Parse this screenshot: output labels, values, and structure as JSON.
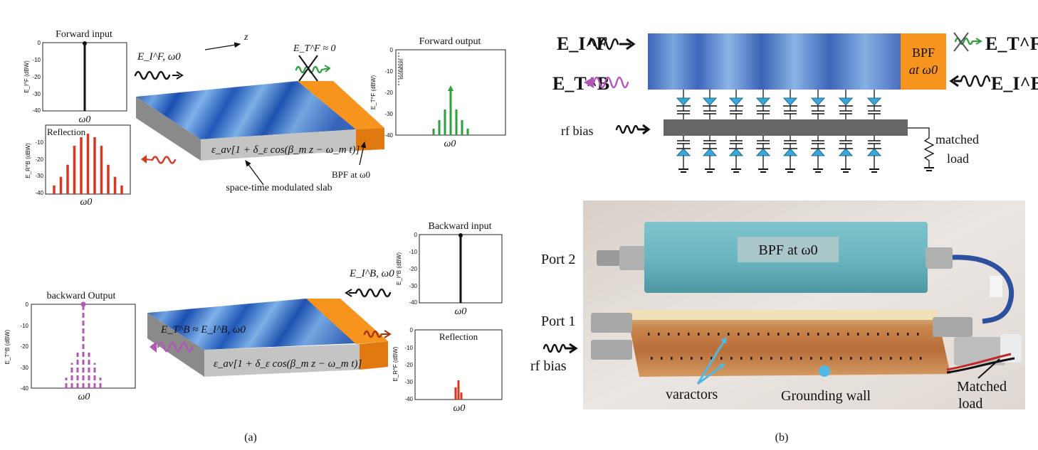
{
  "panel_a": {
    "caption": "(a)",
    "forward_input": {
      "title": "Forward input",
      "ylabel": "E_I^F (dBW)",
      "xlabel": "ω0",
      "yticks": [
        "0",
        "-10",
        "-20",
        "-30",
        "-40"
      ]
    },
    "reflection_top": {
      "title": "Reflection",
      "ylabel": "E_R^B (dBW)",
      "xlabel": "ω0",
      "yticks": [
        "-10",
        "-20",
        "-30",
        "-40"
      ]
    },
    "forward_output": {
      "title": "Forward output",
      "ylabel": "E_T^F (dBW)",
      "xlabel": "ω0",
      "yticks": [
        "0",
        "-10",
        "-20",
        "-30",
        "-40"
      ],
      "isolation_label": "isolation"
    },
    "backward_input": {
      "title": "Backward input",
      "ylabel": "E_I^B (dBW)",
      "xlabel": "ω0",
      "yticks": [
        "0",
        "-10",
        "-20",
        "-30",
        "-40"
      ]
    },
    "backward_output": {
      "title": "backward Output",
      "ylabel": "E_T^B (dBW)",
      "xlabel": "ω0",
      "yticks": [
        "0",
        "-10",
        "-20",
        "-30",
        "-40"
      ]
    },
    "reflection_bottom": {
      "title": "Reflection",
      "ylabel": "E_R^F (dBW)",
      "xlabel": "ω0",
      "yticks": [
        "0",
        "-10",
        "-20",
        "-30",
        "-40"
      ]
    },
    "z_label": "z",
    "incident_forward": "E_I^F, ω0",
    "transmitted_zero": "E_T^F ≈ 0",
    "incident_backward": "E_I^B, ω0",
    "backward_transmission": "E_T^B ≈ E_I^B, ω0",
    "permittivity": "ε_av[1 + δ_ε cos(β_m z − ω_m t)]",
    "bpf_label": "BPF at ω0",
    "slab_label": "space-time modulated slab"
  },
  "panel_b": {
    "caption": "(b)",
    "bpf_line1": "BPF",
    "bpf_line2": "at ω0",
    "ei_f": "E_I^F",
    "et_f": "E_T^F",
    "et_b": "E_T^B",
    "ei_b": "E_I^B",
    "rf_bias": "rf bias",
    "matched_load_1": "matched",
    "matched_load_2": "load",
    "photo": {
      "port2": "Port 2",
      "port1": "Port 1",
      "rf_bias": "rf bias",
      "bpf": "BPF at ω0",
      "varactors": "varactors",
      "grounding_wall": "Grounding wall",
      "matched_1": "Matched",
      "matched_2": "load"
    }
  },
  "chart_data": [
    {
      "type": "bar",
      "name": "Forward input",
      "x": [
        "ω0"
      ],
      "values": [
        0
      ],
      "ylim": [
        -40,
        0
      ],
      "color": "#111111"
    },
    {
      "type": "bar",
      "name": "Reflection (forward excitation)",
      "x": [
        -5,
        -4,
        -3,
        -2,
        -1,
        0,
        1,
        2,
        3,
        4,
        5
      ],
      "values": [
        -35,
        -30,
        -23,
        -12,
        -7,
        -5,
        -7,
        -12,
        -23,
        -30,
        -35
      ],
      "ylim": [
        -40,
        0
      ],
      "color": "#d9351f"
    },
    {
      "type": "bar",
      "name": "Forward output",
      "x": [
        -3,
        -2,
        -1,
        0,
        1,
        2,
        3
      ],
      "values": [
        -37,
        -33,
        -28,
        -18,
        -28,
        -33,
        -37
      ],
      "ylim": [
        -40,
        0
      ],
      "color": "#2e9e3f"
    },
    {
      "type": "bar",
      "name": "Backward input",
      "x": [
        "ω0"
      ],
      "values": [
        0
      ],
      "ylim": [
        -40,
        0
      ],
      "color": "#111111"
    },
    {
      "type": "bar",
      "name": "backward Output",
      "x": [
        -3,
        -2,
        -1,
        0,
        1,
        2,
        3
      ],
      "values": [
        -35,
        -28,
        -23,
        0,
        -23,
        -28,
        -35
      ],
      "ylim": [
        -40,
        0
      ],
      "color": "#b455b8"
    },
    {
      "type": "bar",
      "name": "Reflection (backward excitation)",
      "x": [
        -1,
        0,
        1
      ],
      "values": [
        -33,
        -29,
        -36
      ],
      "ylim": [
        -40,
        0
      ],
      "color": "#d9351f"
    }
  ],
  "colors": {
    "slab_blue": "#2a5fb5",
    "bpf_orange": "#f7941d",
    "green": "#2e9e3f",
    "red": "#d9351f",
    "magenta": "#b455b8",
    "varactor": "#3ba7d8"
  }
}
